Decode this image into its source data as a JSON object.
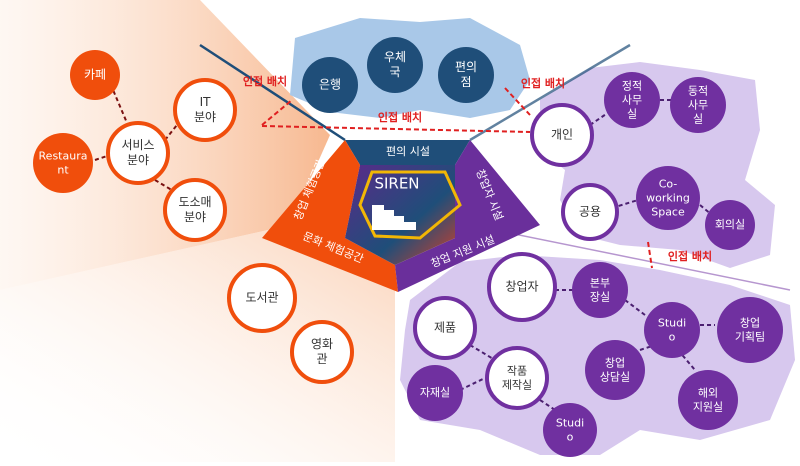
{
  "center": {
    "title": "SIREN",
    "sections": {
      "top": "편의 시설",
      "left": "문화 체험공간",
      "left_rot": "창업 체험공간",
      "right": "창업자 시설",
      "bottom": "창업 지원 시설"
    }
  },
  "nodes": {
    "bank": "은행",
    "post": "우체\n국",
    "conv": "편의\n점",
    "cafe": "카페",
    "it": "IT\n분야",
    "service": "서비스\n분야",
    "restaurant": "Restaura\nnt",
    "retail": "도소매\n분야",
    "library": "도서관",
    "cinema": "영화\n관",
    "personal": "개인",
    "quiet": "정적\n사무\n실",
    "active": "동적\n사무\n실",
    "shared": "공용",
    "cowork": "Co-\nworking\nSpace",
    "meeting": "회의실",
    "founder": "창업자",
    "hq": "본부\n장실",
    "product": "제품",
    "studio1": "Studi\no",
    "plan": "창업\n기획팀",
    "consult": "창업\n상담실",
    "work": "작품\n제작실",
    "material": "자재실",
    "overseas": "해외\n지원실",
    "studio2": "Studi\no"
  },
  "annotations": {
    "adj1": "인접 배치",
    "adj2": "인접 배치",
    "adj3": "인접 배치",
    "adj4": "인접 배치"
  },
  "colors": {
    "orange": "#f04e0c",
    "navy": "#1f4e79",
    "purple": "#7030a0",
    "light_purple": "#d7c8ee",
    "light_blue": "#a9c8e8",
    "red": "#e02020"
  }
}
